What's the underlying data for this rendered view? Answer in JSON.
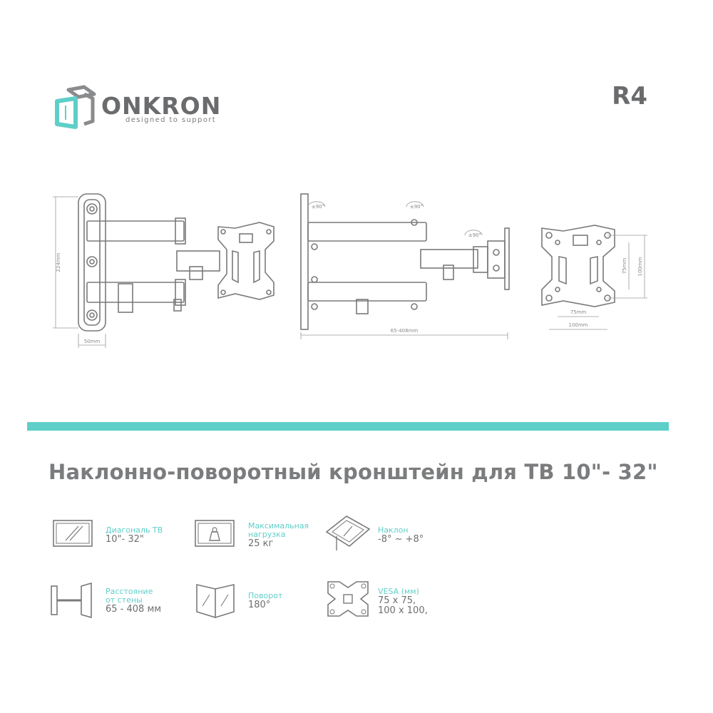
{
  "brand": {
    "name": "ONKRON",
    "tagline": "designed to support",
    "logo_colors": {
      "teal": "#5ecfc8",
      "gray": "#8a8b8d"
    }
  },
  "model": "R4",
  "drawings": {
    "side_view": {
      "height": "224mm",
      "depth": "50mm"
    },
    "top_view": {
      "swivel_1": "±90°",
      "swivel_2": "±90°",
      "swivel_3": "±90°",
      "extension": "65-408mm"
    },
    "plate_view": {
      "inner_w": "75mm",
      "outer_w": "100mm",
      "inner_h": "75mm",
      "outer_h": "100mm"
    }
  },
  "accent_color": "#5ecfc8",
  "headline": "Наклонно-поворотный кронштейн для ТВ 10\"- 32\"",
  "specs": [
    {
      "icon": "tv-screen-icon",
      "label": [
        "Диагональ ТВ"
      ],
      "value": [
        "10\"- 32\""
      ]
    },
    {
      "icon": "weight-icon",
      "label": [
        "Максимальная",
        "нагрузка"
      ],
      "value": [
        "25 кг"
      ]
    },
    {
      "icon": "tilt-icon",
      "label": [
        "Наклон"
      ],
      "value": [
        "-8° ~ +8°"
      ]
    },
    {
      "icon": "wall-distance-icon",
      "label": [
        "Расстояние",
        "от стены"
      ],
      "value": [
        "65 - 408 мм"
      ]
    },
    {
      "icon": "swivel-icon",
      "label": [
        "Поворот"
      ],
      "value": [
        "180°"
      ]
    },
    {
      "icon": "vesa-plate-icon",
      "label": [
        "VESA (мм)"
      ],
      "value": [
        "75 x 75,",
        "100 x 100,"
      ]
    }
  ]
}
